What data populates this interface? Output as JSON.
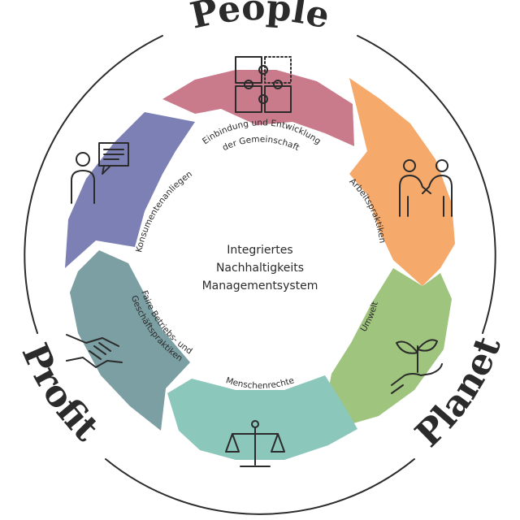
{
  "pillars": {
    "people": "People",
    "planet": "Planet",
    "profit": "Profit"
  },
  "center": {
    "line1": "Integriertes",
    "line2": "Nachhaltigkeits",
    "line3": "Managementsystem"
  },
  "segments": [
    {
      "line1": "Einbindung und Entwicklung",
      "line2": "der Gemeinschaft",
      "color": "#c97b8c",
      "icon": "puzzle-icon"
    },
    {
      "line1": "Arbeitspraktiken",
      "color": "#f5a96a",
      "icon": "workers-icon"
    },
    {
      "line1": "Umwelt",
      "color": "#9ec47d",
      "icon": "plant-in-hand-icon"
    },
    {
      "line1": "Menschenrechte",
      "color": "#8cc7bb",
      "icon": "scales-icon"
    },
    {
      "line1": "Faire Betriebs- und",
      "line2": "Geschäftspraktiken",
      "color": "#7c9fa3",
      "icon": "handshake-icon"
    },
    {
      "line1": "Konsumentenanliegen",
      "color": "#7d80b5",
      "icon": "speaking-person-icon"
    }
  ]
}
